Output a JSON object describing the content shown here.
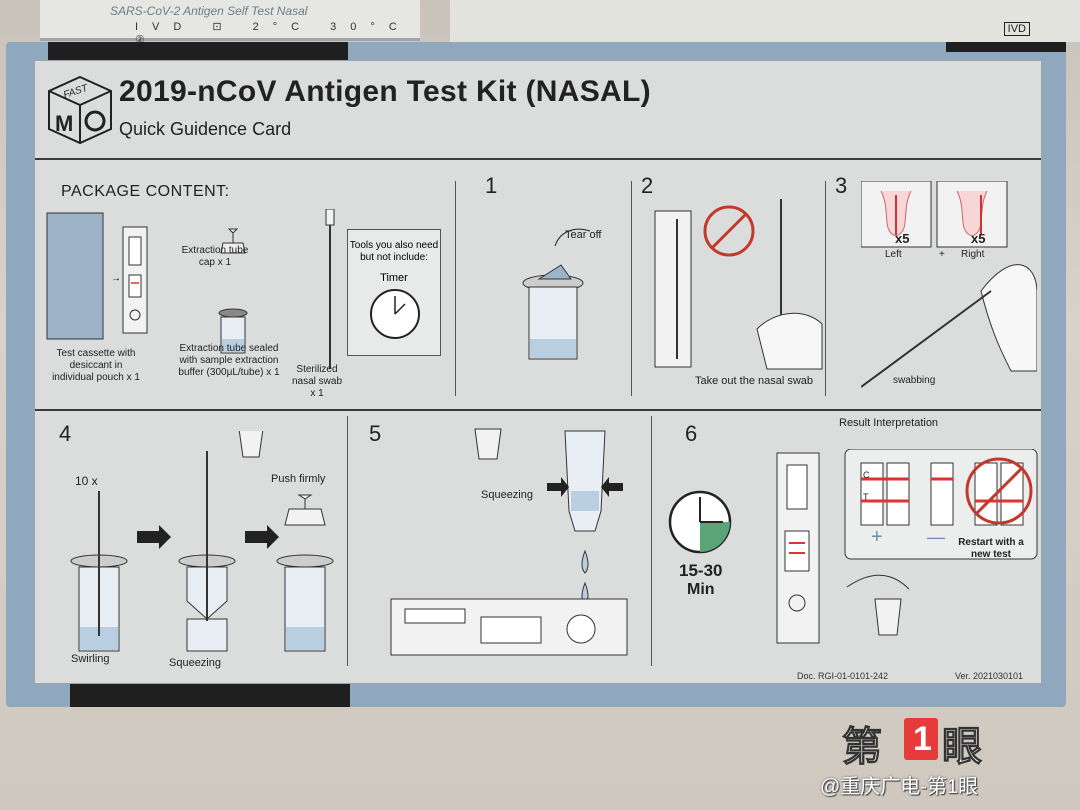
{
  "top": {
    "box_left_text": "SARS-CoV-2 Antigen Self Test Nasal",
    "box_left_icons": "IVD ⊡ 2°C 30°C ②",
    "box_right_ivd": "IVD"
  },
  "header": {
    "logo_text": "FAST",
    "title": "2019-nCoV Antigen Test Kit (NASAL)",
    "subtitle": "Quick Guidence Card"
  },
  "package": {
    "title": "PACKAGE CONTENT:",
    "cassette_label": "Test cassette with desiccant in individual pouch  x 1",
    "cap_label": "Extraction tube cap x 1",
    "tube_label": "Extraction tube sealed with sample extraction buffer (300μL/tube)  x 1",
    "swab_label": "Sterilized nasal swab x 1",
    "tools_heading": "Tools you also need but not include:",
    "tools_item": "Timer"
  },
  "steps": {
    "s1": {
      "num": "1",
      "caption": "Tear off"
    },
    "s2": {
      "num": "2",
      "caption": "Take out the nasal swab"
    },
    "s3": {
      "num": "3",
      "left": "Left",
      "plus": "+",
      "right": "Right",
      "times_left": "x5",
      "times_right": "x5",
      "caption": "swabbing"
    },
    "s4": {
      "num": "4",
      "times": "10 x",
      "push": "Push firmly",
      "swirl": "Swirling",
      "squeeze": "Squeezing"
    },
    "s5": {
      "num": "5",
      "squeeze": "Squeezing"
    },
    "s6": {
      "num": "6",
      "result_title": "Result Interpretation",
      "time": "15-30",
      "unit": "Min",
      "restart": "Restart with a new test",
      "c": "C",
      "t": "T",
      "plus": "+",
      "minus": "—"
    }
  },
  "footer": {
    "doc": "Doc. RGI-01-0101-242",
    "ver": "Ver. 2021030101"
  },
  "watermark": {
    "logo_left": "第",
    "logo_num": "1",
    "logo_right": "眼",
    "account": "@重庆广电-第1眼"
  }
}
